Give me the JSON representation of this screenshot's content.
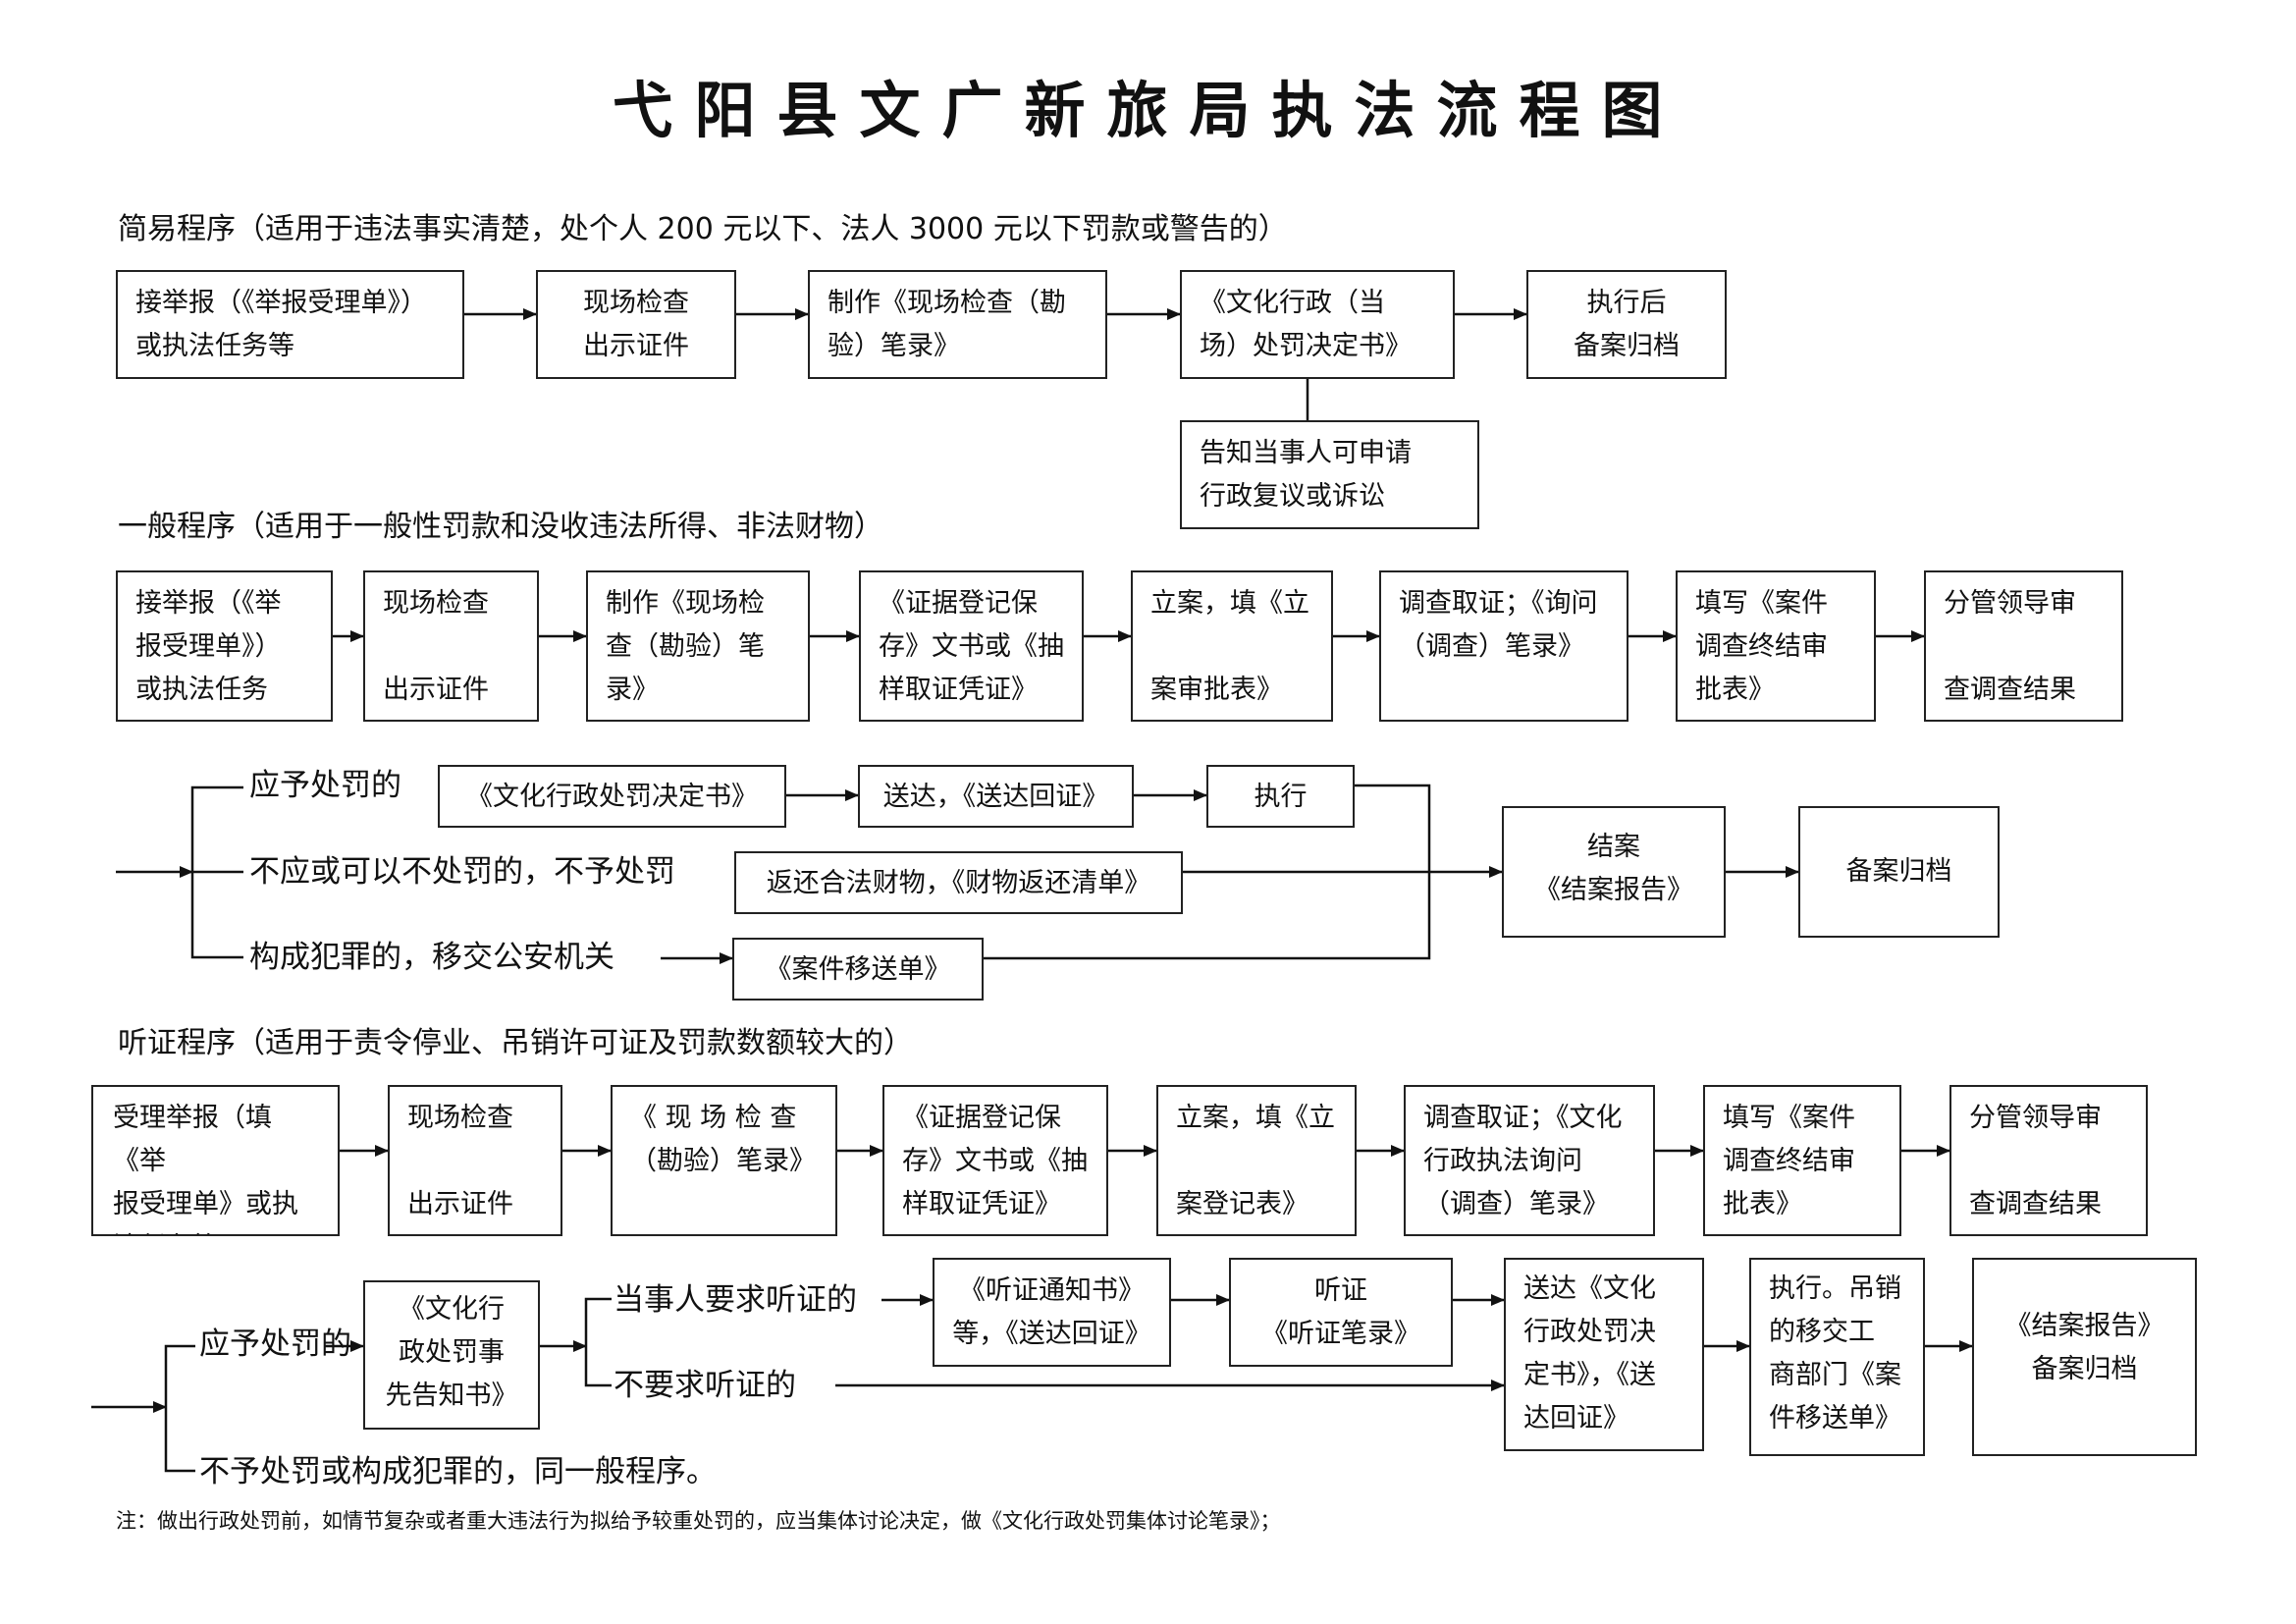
{
  "title": "弋阳县文广新旅局执法流程图",
  "simple": {
    "heading": "简易程序（适用于违法事实清楚，处个人 200 元以下、法人 3000 元以下罚款或警告的）",
    "boxes": [
      [
        "接举报（《举报受理单》）",
        "或执法任务等"
      ],
      [
        "现场检查",
        "出示证件"
      ],
      [
        "制作《现场检查（勘",
        "验）笔录》"
      ],
      [
        "《文化行政（当",
        "场）处罚决定书》"
      ],
      [
        "执行后",
        "备案归档"
      ]
    ],
    "notify": [
      "告知当事人可申请",
      "行政复议或诉讼"
    ]
  },
  "general": {
    "heading": "一般程序（适用于一般性罚款和没收违法所得、非法财物）",
    "boxes": [
      [
        "接举报（《举",
        "报受理单》）",
        "或执法任务"
      ],
      [
        "现场检查",
        "",
        "出示证件"
      ],
      [
        "制作《现场检",
        "查（勘验）笔",
        "录》"
      ],
      [
        "《证据登记保",
        "存》文书或《抽",
        "样取证凭证》"
      ],
      [
        "立案，填《立",
        "",
        "案审批表》"
      ],
      [
        "调查取证；《询问",
        "（调查）笔录》",
        ""
      ],
      [
        "填写《案件",
        "调查终结审",
        "批表》"
      ],
      [
        "分管领导审",
        "",
        "查调查结果"
      ]
    ],
    "branches": {
      "punish": "应予处罚的",
      "no_punish": "不应或可以不处罚的，不予处罚",
      "crime": "构成犯罪的，移交公安机关"
    },
    "decision": "《文化行政处罚决定书》",
    "deliver": "送达，《送达回证》",
    "execute": "执行",
    "return_goods": "返还合法财物，《财物返还清单》",
    "transfer": "《案件移送单》",
    "close_case": [
      "结案",
      "《结案报告》"
    ],
    "archive": "备案归档"
  },
  "hearing": {
    "heading": "听证程序（适用于责令停业、吊销许可证及罚款数额较大的）",
    "boxes": [
      [
        "受理举报（填《举",
        "报受理单》或执",
        "法任务等"
      ],
      [
        "现场检查",
        "",
        "出示证件"
      ],
      [
        "《 现 场 检 查",
        "（勘验）笔录》",
        ""
      ],
      [
        "《证据登记保",
        "存》文书或《抽",
        "样取证凭证》"
      ],
      [
        "立案，填《立",
        "",
        "案登记表》"
      ],
      [
        "调查取证；《文化",
        "行政执法询问",
        "（调查）笔录》"
      ],
      [
        "填写《案件",
        "调查终结审",
        "批表》"
      ],
      [
        "分管领导审",
        "",
        "查调查结果"
      ]
    ],
    "punish": "应予处罚的",
    "no_punish": "不予处罚或构成犯罪的，同一般程序。",
    "notice": [
      "《文化行",
      "政处罚事",
      "先告知书》"
    ],
    "requested": "当事人要求听证的",
    "not_requested": "不要求听证的",
    "hearing_notice": [
      "《听证通知书》",
      "等，《送达回证》"
    ],
    "hearing_box": [
      "听证",
      "《听证笔录》"
    ],
    "deliver_decision": [
      "送达《文化",
      "行政处罚决",
      "定书》，《送",
      "达回证》"
    ],
    "execute_revoke": [
      "执行。吊销",
      "的移交工",
      "商部门《案",
      "件移送单》"
    ],
    "final": [
      "《结案报告》",
      "备案归档"
    ]
  },
  "note": "注：做出行政处罚前，如情节复杂或者重大违法行为拟给予较重处罚的，应当集体讨论决定，做《文化行政处罚集体讨论笔录》；"
}
